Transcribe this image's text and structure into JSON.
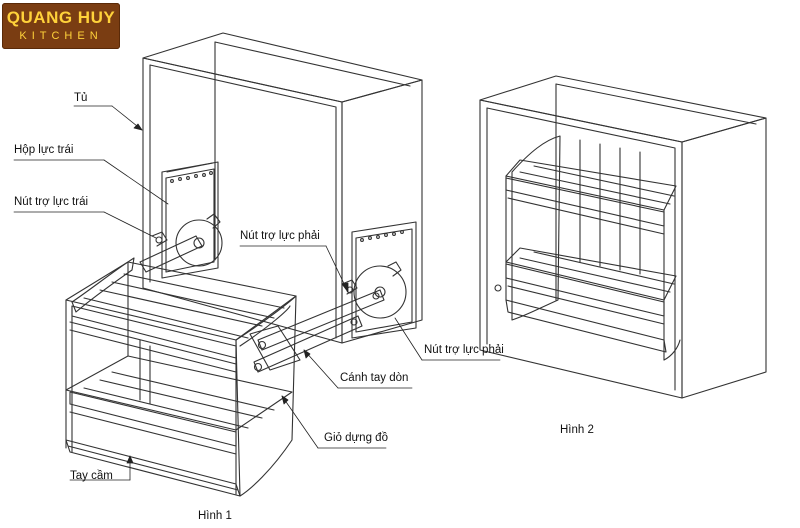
{
  "logo": {
    "line1": "QUANG HUY",
    "line2": "KITCHEN"
  },
  "labels": {
    "tu": "Tủ",
    "hop_luc_trai": "Hộp lực trái",
    "nut_tro_luc_trai": "Nút trợ lực trái",
    "nut_tro_luc_phai_top": "Nút trợ lực phải",
    "nut_tro_luc_phai_bottom": "Nút trợ lực phải",
    "canh_tay_don": "Cánh tay dòn",
    "gio_dung_do": "Giỏ dựng đồ",
    "tay_cam": "Tay cầm"
  },
  "captions": {
    "hinh1": "Hình 1",
    "hinh2": "Hình 2"
  },
  "colors": {
    "line": "#333333",
    "logo_bg": "#7a3d12",
    "logo_text": "#ffd23a"
  }
}
